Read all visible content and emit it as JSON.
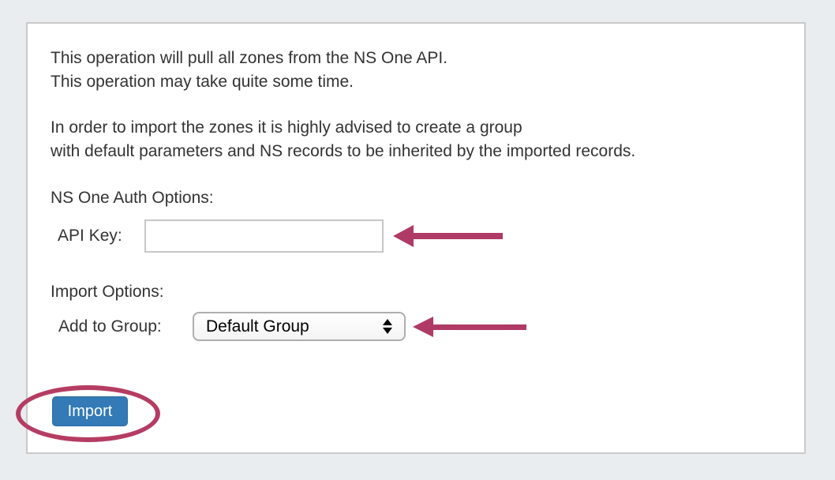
{
  "colors": {
    "page_bg": "#e9edf0",
    "panel_bg": "#ffffff",
    "panel_border": "#c9caca",
    "text": "#333333",
    "annotation": "#b03a66",
    "button_bg": "#337ab7",
    "button_border": "#2e6da4",
    "button_text": "#ffffff",
    "input_border": "#c6c6c6",
    "select_border": "#aeaeae"
  },
  "intro": {
    "line1": "This operation will pull all zones from the NS One API.",
    "line2": "This operation may take quite some time.",
    "line3": "In order to import the zones it is highly advised to create a group",
    "line4": "with default parameters and NS records to be inherited by the imported records."
  },
  "auth_section": {
    "heading": "NS One Auth Options:",
    "api_key_label": "API Key:",
    "api_key_value": "",
    "api_key_placeholder": ""
  },
  "import_section": {
    "heading": "Import Options:",
    "group_label": "Add to Group:",
    "group_selected": "Default Group",
    "spinner_icon": "up-down-spinner-icon"
  },
  "actions": {
    "import_label": "Import"
  },
  "annotations": {
    "api_key_arrow": "arrow pointing at API Key input",
    "group_arrow": "arrow pointing at Add to Group select",
    "import_ellipse": "ellipse circling Import button"
  }
}
